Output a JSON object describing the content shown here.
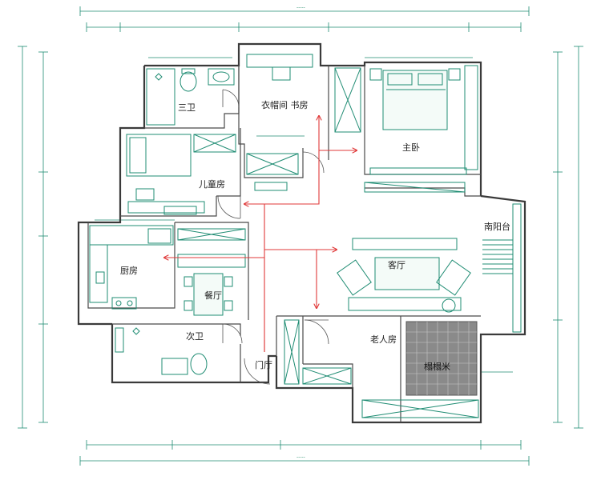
{
  "rooms": {
    "bath3": "三卫",
    "cloakroom_study": "衣帽间  书房",
    "master_bedroom": "主卧",
    "second_bedroom": "儿童房",
    "kitchen": "厨房",
    "dining": "餐厅",
    "living": "客厅",
    "south_balcony": "南阳台",
    "second_bath": "次卫",
    "entry": "门厅",
    "elder_room": "老人房",
    "tatami": "榻榻米"
  },
  "colors": {
    "wall": "#3a3a3a",
    "furniture": "#1f8c73",
    "flow_arrows": "#e03a3a",
    "tatami_fill": "#8a8a8a"
  }
}
